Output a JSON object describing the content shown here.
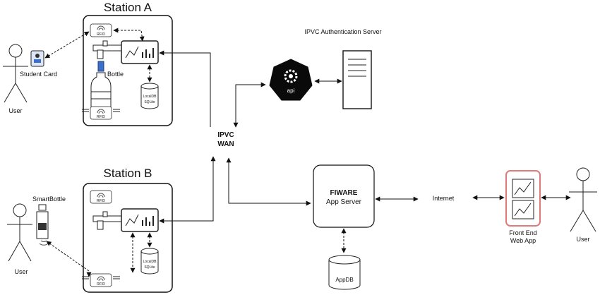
{
  "station_a": {
    "title": "Station A",
    "bottle_label": "Bottle",
    "db_line1": "LocalDB",
    "db_line2": "SQLite",
    "rfid_label": "RFID"
  },
  "station_b": {
    "title": "Station B",
    "db_line1": "LocalDB",
    "db_line2": "SQLite",
    "rfid_label": "RFID"
  },
  "user_top": {
    "label": "User",
    "card_label": "Student Card"
  },
  "user_bottom": {
    "label": "User",
    "smartbottle_label": "SmartBottle"
  },
  "wan": {
    "line1": "IPVC",
    "line2": "WAN"
  },
  "auth_server": {
    "title": "IPVC Authentication Server",
    "api_label": "api"
  },
  "fiware": {
    "line1": "FIWARE",
    "line2": "App Server"
  },
  "appdb": {
    "label": "AppDB"
  },
  "internet": {
    "label": "Internet"
  },
  "frontend": {
    "line1": "Front End",
    "line2": "Web App"
  },
  "user_right": {
    "label": "User"
  },
  "colors": {
    "line": "#111111",
    "phone": "#e07a7a",
    "api_fill": "#0a0a0a",
    "bottle_cap": "#3b6fc9"
  }
}
